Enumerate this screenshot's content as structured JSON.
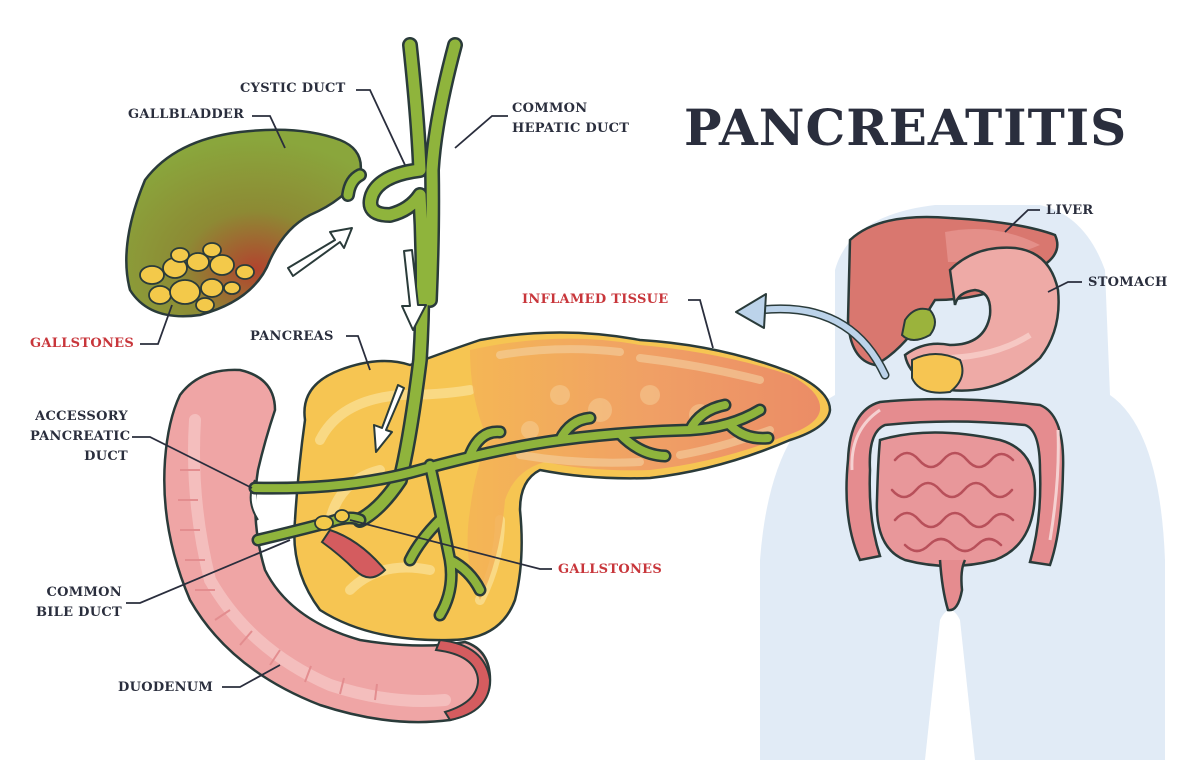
{
  "title": "PANCREATITIS",
  "colors": {
    "outline": "#2a3b3a",
    "bile_duct": "#8fb43c",
    "gallbladder": "#8aa23a",
    "pancreas": "#f6c552",
    "inflamed": "#e8866a",
    "duodenum": "#efa5a5",
    "gallstone": "#f3c94a",
    "liver": "#d9776f",
    "stomach": "#eeaaa6",
    "intestine": "#e58c8f",
    "body_silhouette": "#dde8f5",
    "arrow": "#bcd3ea",
    "label_text": "#2a2e3d",
    "label_alert": "#c8363b"
  },
  "labels": {
    "gallbladder": "GALLBLADDER",
    "cystic_duct": "CYSTIC DUCT",
    "common_hepatic_duct_1": "COMMON",
    "common_hepatic_duct_2": "HEPATIC DUCT",
    "inflamed_tissue": "INFLAMED TISSUE",
    "gallstones_top": "GALLSTONES",
    "pancreas": "PANCREAS",
    "accessory_1": "ACCESSORY",
    "accessory_2": "PANCREATIC",
    "accessory_3": "DUCT",
    "common_bile_duct_1": "COMMON",
    "common_bile_duct_2": "BILE DUCT",
    "gallstones_bottom": "GALLSTONES",
    "duodenum": "DUODENUM",
    "liver": "LIVER",
    "stomach": "STOMACH"
  }
}
